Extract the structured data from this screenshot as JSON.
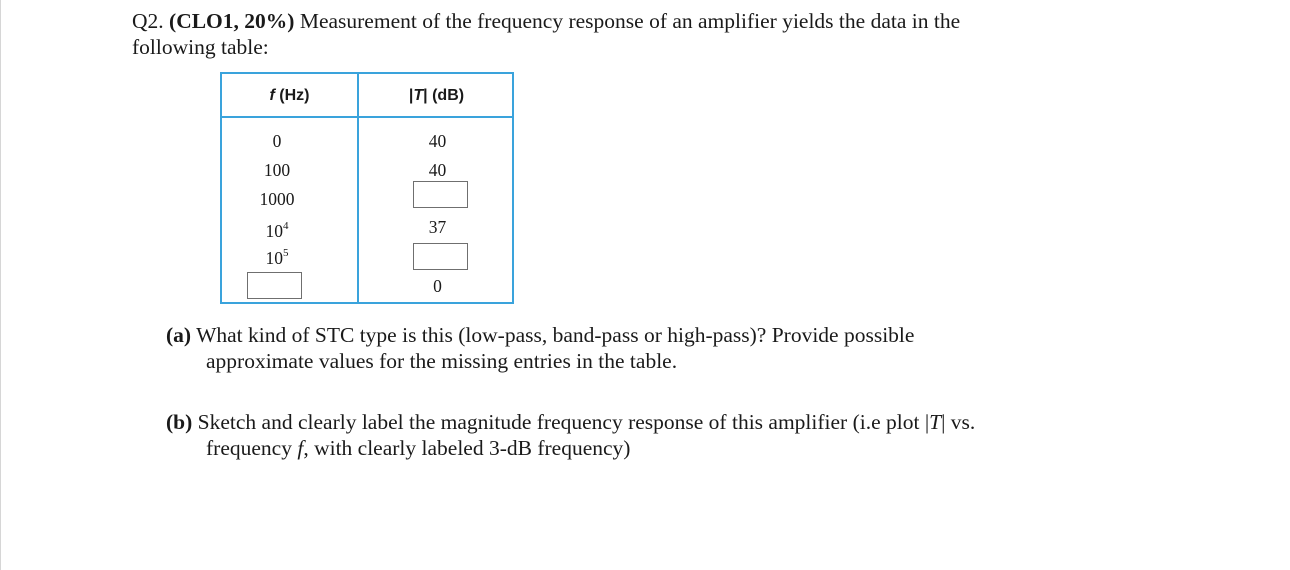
{
  "question": {
    "number": "Q2.",
    "tag": "(CLO1, 20%)",
    "text_line1": "Measurement of the frequency response of an amplifier yields the data in the",
    "text_line2": "following table:"
  },
  "table": {
    "headers": {
      "f_var": "f",
      "f_unit": " (Hz)",
      "t_prefix": "|",
      "t_var": "T",
      "t_suffix": "| (dB)"
    },
    "f_values": [
      "0",
      "100",
      "1000"
    ],
    "f_power_base": "10",
    "f_powers": [
      "4",
      "5"
    ],
    "t_values": [
      "40",
      "40",
      "37",
      "0"
    ]
  },
  "part_a": {
    "label": "(a)",
    "line1": "What kind of STC type is this (low-pass, band-pass or high-pass)? Provide possible",
    "line2": "approximate values for the missing entries in the table."
  },
  "part_b": {
    "label": "(b)",
    "line1_pre": "Sketch and clearly label the magnitude frequency response of this amplifier (i.e plot |",
    "line1_var": "T",
    "line1_post": "| vs.",
    "line2_pre": "frequency ",
    "line2_var": "f",
    "line2_post": ", with clearly labeled 3-dB frequency)"
  }
}
